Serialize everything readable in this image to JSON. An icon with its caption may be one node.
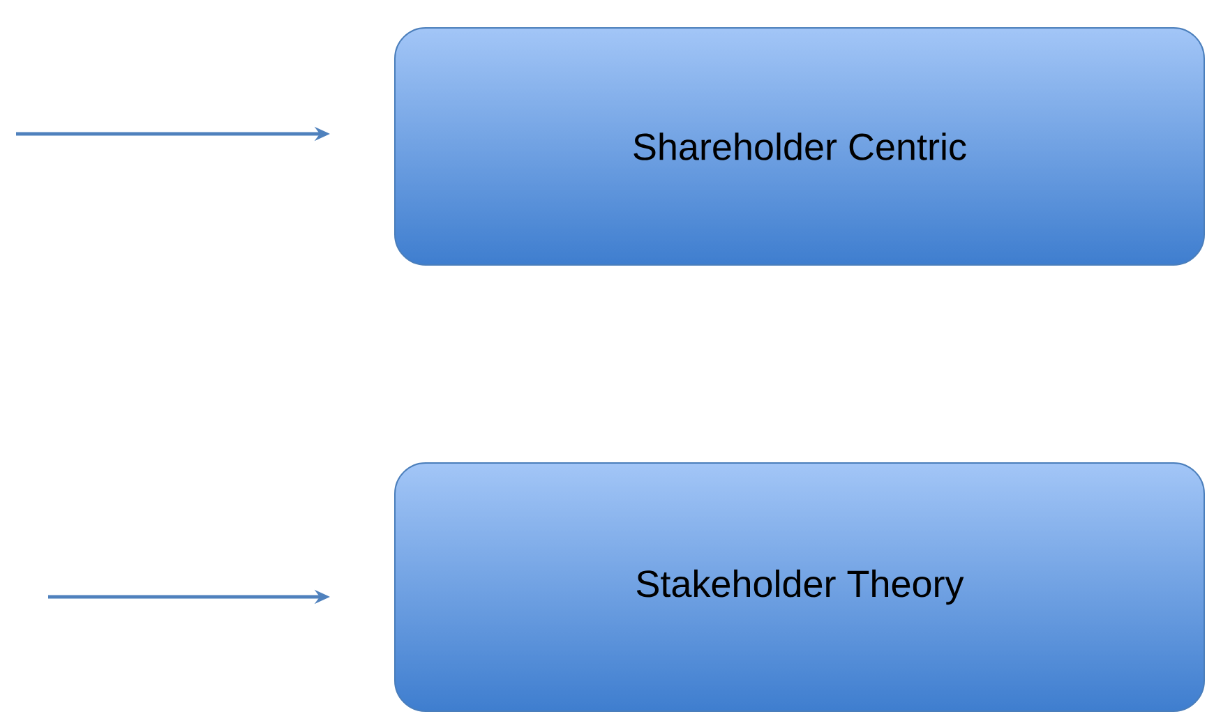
{
  "diagram": {
    "nodes": [
      {
        "text": [
          "Shareholder Centric"
        ]
      },
      {
        "text": [
          "Stakeholder Theory"
        ]
      }
    ],
    "edges": [
      {
        "from": null,
        "to": 0,
        "arrow": "to"
      },
      {
        "from": null,
        "to": 1,
        "arrow": "to"
      }
    ]
  }
}
